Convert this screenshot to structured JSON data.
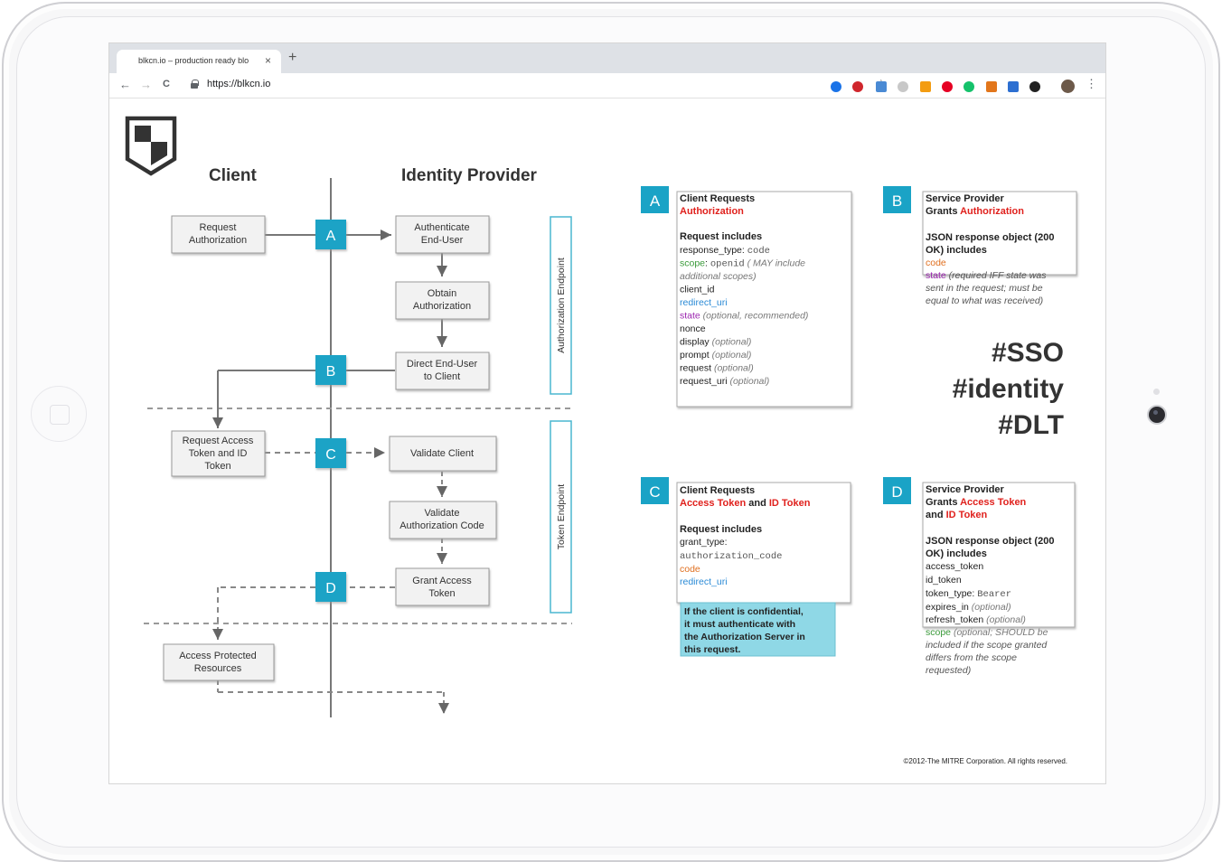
{
  "browser": {
    "tab_title": "blkcn.io – production ready blo",
    "tab_close": "×",
    "new_tab": "+",
    "back": "←",
    "forward": "→",
    "reload": "C",
    "url": "https://blkcn.io",
    "star": "☆",
    "menu": "⋮"
  },
  "diagram": {
    "heading_client": "Client",
    "heading_idp": "Identity Provider",
    "box_request_authorization": [
      "Request",
      "Authorization"
    ],
    "box_authenticate": [
      "Authenticate",
      "End-User"
    ],
    "box_obtain": [
      "Obtain",
      "Authorization"
    ],
    "box_direct": [
      "Direct End-User",
      "to Client"
    ],
    "box_request_access": [
      "Request Access",
      "Token and ID",
      "Token"
    ],
    "box_validate_client": [
      "Validate Client"
    ],
    "box_validate_code": [
      "Validate",
      "Authorization Code"
    ],
    "box_grant": [
      "Grant Access",
      "Token"
    ],
    "box_access_protected": [
      "Access Protected",
      "Resources"
    ],
    "endpoint_authorization": "Authorization Endpoint",
    "endpoint_token": "Token Endpoint",
    "step_a": "A",
    "step_b": "B",
    "step_c": "C",
    "step_d": "D"
  },
  "cards": {
    "a": {
      "badge": "A",
      "title_1": "Client Requests",
      "title_2": "Authorization",
      "section": "Request includes",
      "lines": [
        [
          [
            "response_type: ",
            "normal"
          ],
          [
            "code",
            "mono"
          ]
        ],
        [
          [
            "scope",
            "green"
          ],
          [
            ": ",
            "normal"
          ],
          [
            "openid",
            "mono"
          ],
          [
            " ( MAY include",
            "italic"
          ]
        ],
        [
          [
            "additional scopes)",
            "italic"
          ]
        ],
        [
          [
            "client_id",
            "normal"
          ]
        ],
        [
          [
            "redirect_uri",
            "blue"
          ]
        ],
        [
          [
            "state",
            "purple"
          ],
          [
            " (optional, recommended)",
            "italic"
          ]
        ],
        [
          [
            "nonce",
            "normal"
          ]
        ],
        [
          [
            "display",
            "normal"
          ],
          [
            " (optional)",
            "italic"
          ]
        ],
        [
          [
            "prompt",
            "normal"
          ],
          [
            " (optional)",
            "italic"
          ]
        ],
        [
          [
            "request",
            "normal"
          ],
          [
            " (optional)",
            "italic"
          ]
        ],
        [
          [
            "request_uri",
            "normal"
          ],
          [
            " (optional)",
            "italic"
          ]
        ]
      ]
    },
    "b": {
      "badge": "B",
      "title_1": "Service Provider",
      "title_2a": "Grants ",
      "title_2b": "Authorization",
      "section_1": "JSON response object (200",
      "section_2": "OK) includes",
      "code": "code",
      "state": "state",
      "state_note_1": " (required IFF state was",
      "state_note_2": "sent in the request; must be",
      "state_note_3": "equal to what was received)"
    },
    "c": {
      "badge": "C",
      "title_1": "Client Requests",
      "title_2a": "Access Token",
      "title_2b": " and ",
      "title_2c": "ID Token",
      "section": "Request includes",
      "grant_type": "grant_type:",
      "grant_value": "authorization_code",
      "code": "code",
      "redirect": "redirect_uri",
      "note": [
        "If the client is confidential,",
        "it must authenticate with",
        "the Authorization Server in",
        "this request."
      ]
    },
    "d": {
      "badge": "D",
      "title_1": "Service Provider",
      "title_2a": "Grants ",
      "title_2b": "Access Token",
      "title_3a": "and ",
      "title_3b": "ID Token",
      "section_1": "JSON response object (200",
      "section_2": "OK) includes",
      "access_token": "access_token",
      "id_token": "id_token",
      "token_type": "token_type: ",
      "token_type_value": "Bearer",
      "expires_in": "expires_in",
      "optional": " (optional)",
      "refresh_token": "refresh_token",
      "scope": "scope",
      "scope_note_1": " (optional; SHOULD be",
      "scope_note_2": "included if the scope granted",
      "scope_note_3": "differs from the scope",
      "scope_note_4": "requested)"
    }
  },
  "hashtags": [
    "#SSO",
    "#identity",
    "#DLT"
  ],
  "copyright": "©2012-The MITRE Corporation. All rights reserved.",
  "colors": {
    "accent_teal": "#1aa3c6",
    "red": "#e0211d",
    "green": "#3a9a3a",
    "blue": "#2a8ad6",
    "purple": "#9c27b0",
    "orange": "#e07020",
    "note_bg": "#8fd8e6"
  }
}
